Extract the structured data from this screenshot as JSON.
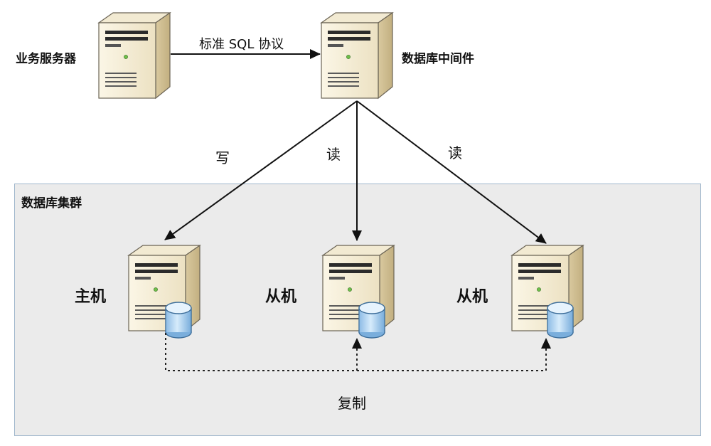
{
  "labels": {
    "business_server": "业务服务器",
    "protocol": "标准 SQL 协议",
    "middleware": "数据库中间件",
    "write": "写",
    "read_1": "读",
    "read_2": "读",
    "cluster_title": "数据库集群",
    "master": "主机",
    "slave_1": "从机",
    "slave_2": "从机",
    "replication": "复制"
  }
}
